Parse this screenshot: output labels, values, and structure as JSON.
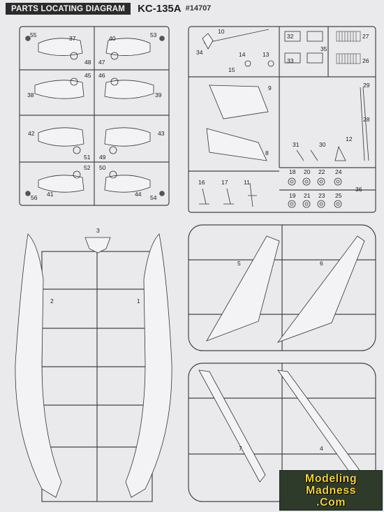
{
  "header": {
    "badge": "PARTS LOCATING DIAGRAM",
    "model": "KC-135A",
    "number": "#14707"
  },
  "labels": {
    "p1": "1",
    "p2": "2",
    "p3": "3",
    "p4": "4",
    "p5": "5",
    "p6": "6",
    "p7": "7",
    "p8": "8",
    "p9": "9",
    "p10": "10",
    "p11": "11",
    "p12": "12",
    "p13": "13",
    "p14": "14",
    "p15": "15",
    "p16": "16",
    "p17": "17",
    "p18": "18",
    "p19": "19",
    "p20": "20",
    "p21": "21",
    "p22": "22",
    "p23": "23",
    "p24": "24",
    "p25": "25",
    "p26": "26",
    "p27": "27",
    "p28": "28",
    "p29": "29",
    "p30": "30",
    "p31": "31",
    "p32": "32",
    "p33": "33",
    "p34": "34",
    "p35": "35",
    "p36": "36",
    "p37": "37",
    "p38": "38",
    "p39": "39",
    "p40": "40",
    "p41": "41",
    "p42": "42",
    "p43": "43",
    "p44": "44",
    "p45": "45",
    "p46": "46",
    "p47": "47",
    "p48": "48",
    "p49": "49",
    "p50": "50",
    "p51": "51",
    "p52": "52",
    "p53": "53",
    "p54": "54",
    "p55": "55",
    "p56": "56"
  },
  "watermark": {
    "line1": "Modeling",
    "line2": "Madness",
    "line3": ".Com"
  },
  "colors": {
    "background": "#eae9ec",
    "badge": "#2b2b2b",
    "watermark_bg": "#2f3b2a",
    "watermark_text": "#f2d23a"
  }
}
